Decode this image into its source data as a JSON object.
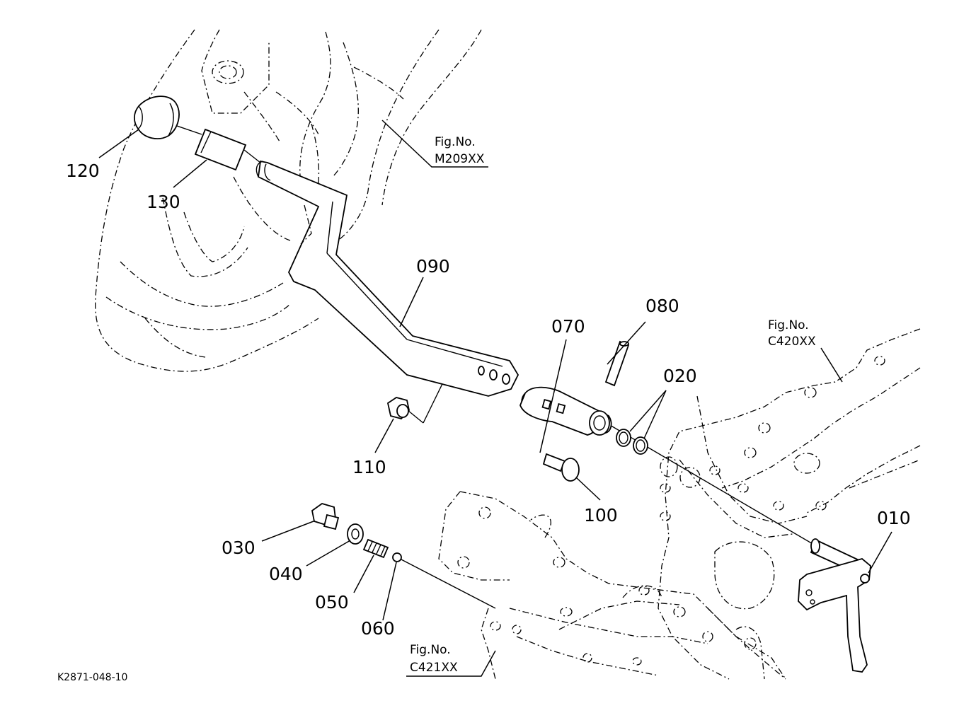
{
  "diagram": {
    "drawing_code": "K2871-048-10",
    "part_labels": {
      "p120": "120",
      "p130": "130",
      "p090": "090",
      "p080": "080",
      "p070": "070",
      "p020": "020",
      "p110": "110",
      "p100": "100",
      "p030": "030",
      "p040": "040",
      "p050": "050",
      "p060": "060",
      "p010": "010"
    },
    "figure_refs": [
      {
        "prefix": "Fig.No.",
        "code": "M209XX"
      },
      {
        "prefix": "Fig.No.",
        "code": "C420XX"
      },
      {
        "prefix": "Fig.No.",
        "code": "C421XX"
      }
    ]
  }
}
